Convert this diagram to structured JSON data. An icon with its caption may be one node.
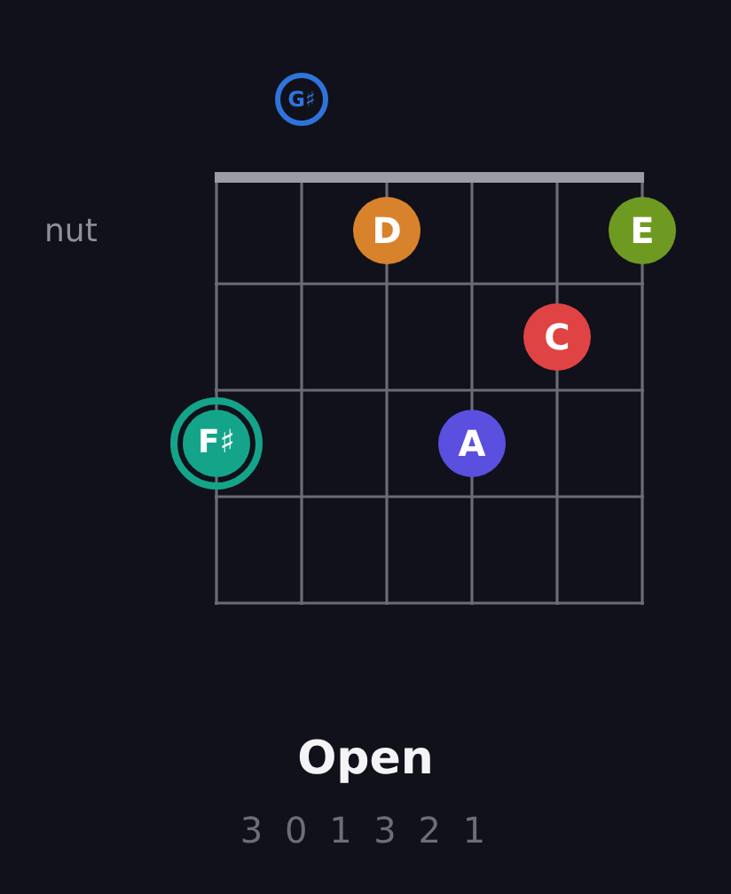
{
  "diagram": {
    "title": "Open",
    "nodes": [
      {
        "text": [
          "G♯"
        ]
      },
      {
        "text": [
          "D"
        ]
      },
      {
        "text": [
          "E"
        ]
      },
      {
        "text": [
          "C"
        ]
      },
      {
        "text": [
          "F♯"
        ]
      },
      {
        "text": [
          "A"
        ]
      }
    ],
    "labels": [
      "nut",
      "3 0 1 3 2 1"
    ]
  }
}
